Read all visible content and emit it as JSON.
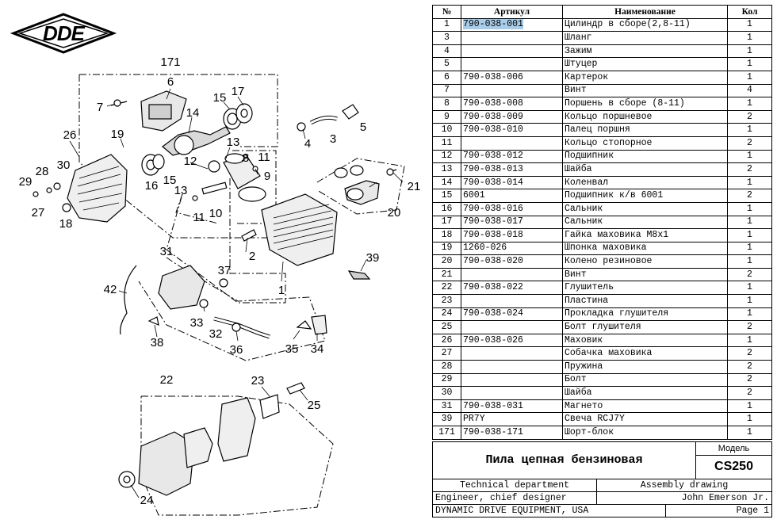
{
  "logo_text": "DDE",
  "table": {
    "headers": {
      "no": "№",
      "article": "Артикул",
      "name": "Наименование",
      "qty": "Кол"
    },
    "rows": [
      {
        "no": "1",
        "article": "790-038-001",
        "name": "Цилиндр в сборе(2,8-11)",
        "qty": "1",
        "selected": true
      },
      {
        "no": "3",
        "article": "",
        "name": "Шланг",
        "qty": "1"
      },
      {
        "no": "4",
        "article": "",
        "name": "Зажим",
        "qty": "1"
      },
      {
        "no": "5",
        "article": "",
        "name": "Штуцер",
        "qty": "1"
      },
      {
        "no": "6",
        "article": "790-038-006",
        "name": "Картерок",
        "qty": "1"
      },
      {
        "no": "7",
        "article": "",
        "name": "Винт",
        "qty": "4"
      },
      {
        "no": "8",
        "article": "790-038-008",
        "name": "Поршень в сборе (8-11)",
        "qty": "1"
      },
      {
        "no": "9",
        "article": "790-038-009",
        "name": "Кольцо поршневое",
        "qty": "2"
      },
      {
        "no": "10",
        "article": "790-038-010",
        "name": "Палец поршня",
        "qty": "1"
      },
      {
        "no": "11",
        "article": "",
        "name": "Кольцо стопорное",
        "qty": "2"
      },
      {
        "no": "12",
        "article": "790-038-012",
        "name": "Подшипник",
        "qty": "1"
      },
      {
        "no": "13",
        "article": "790-038-013",
        "name": "Шайба",
        "qty": "2"
      },
      {
        "no": "14",
        "article": "790-038-014",
        "name": "Коленвал",
        "qty": "1"
      },
      {
        "no": "15",
        "article": "6001",
        "name": "Подшипник к/в 6001",
        "qty": "2"
      },
      {
        "no": "16",
        "article": "790-038-016",
        "name": "Сальник",
        "qty": "1"
      },
      {
        "no": "17",
        "article": "790-038-017",
        "name": "Сальник",
        "qty": "1"
      },
      {
        "no": "18",
        "article": "790-038-018",
        "name": "Гайка маховика М8х1",
        "qty": "1"
      },
      {
        "no": "19",
        "article": "1260-026",
        "name": "Шпонка маховика",
        "qty": "1"
      },
      {
        "no": "20",
        "article": "790-038-020",
        "name": "Колено резиновое",
        "qty": "1"
      },
      {
        "no": "21",
        "article": "",
        "name": "Винт",
        "qty": "2"
      },
      {
        "no": "22",
        "article": "790-038-022",
        "name": "Глушитель",
        "qty": "1"
      },
      {
        "no": "23",
        "article": "",
        "name": "Пластина",
        "qty": "1"
      },
      {
        "no": "24",
        "article": "790-038-024",
        "name": "Прокладка глушителя",
        "qty": "1"
      },
      {
        "no": "25",
        "article": "",
        "name": "Болт глушителя",
        "qty": "2"
      },
      {
        "no": "26",
        "article": "790-038-026",
        "name": "Маховик",
        "qty": "1"
      },
      {
        "no": "27",
        "article": "",
        "name": "Собачка маховика",
        "qty": "2"
      },
      {
        "no": "28",
        "article": "",
        "name": "Пружина",
        "qty": "2"
      },
      {
        "no": "29",
        "article": "",
        "name": "Болт",
        "qty": "2"
      },
      {
        "no": "30",
        "article": "",
        "name": "Шайба",
        "qty": "2"
      },
      {
        "no": "31",
        "article": "790-038-031",
        "name": "Магнето",
        "qty": "1"
      },
      {
        "no": "39",
        "article": "PR7Y",
        "name": "Свеча RCJ7Y",
        "qty": "1"
      },
      {
        "no": "171",
        "article": "790-038-171",
        "name": "Шорт-блок",
        "qty": "1"
      }
    ]
  },
  "title_block": {
    "product_name": "Пила цепная бензиновая",
    "model_label": "Модель",
    "model": "CS250",
    "department": "Technical department",
    "drawing_type": "Assembly drawing",
    "role": "Engineer, chief designer",
    "person": "John Emerson Jr.",
    "company": "DYNAMIC DRIVE EQUIPMENT, USA",
    "page": "Page 1"
  },
  "callouts": [
    "171",
    "6",
    "7",
    "15",
    "17",
    "14",
    "19",
    "13",
    "8",
    "11",
    "26",
    "30",
    "28",
    "29",
    "27",
    "18",
    "16",
    "15",
    "12",
    "13",
    "9",
    "11",
    "10",
    "2",
    "4",
    "3",
    "5",
    "20",
    "21",
    "1",
    "39",
    "31",
    "37",
    "42",
    "33",
    "38",
    "32",
    "36",
    "35",
    "34",
    "22",
    "23",
    "25",
    "24"
  ]
}
